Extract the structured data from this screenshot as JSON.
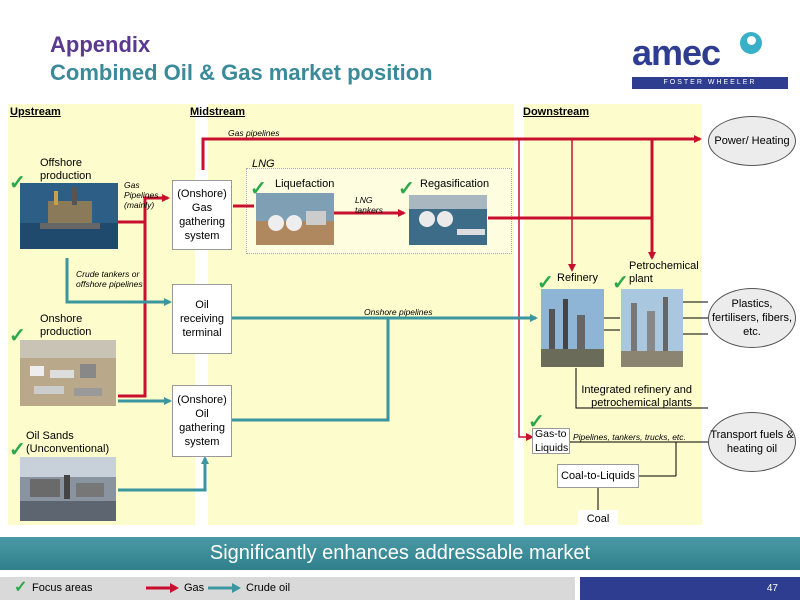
{
  "header": {
    "title": "Appendix",
    "subtitle": "Combined Oil & Gas market position",
    "logo_word": "amec",
    "logo_sub": "FOSTER WHEELER"
  },
  "sections": {
    "upstream": "Upstream",
    "midstream": "Midstream",
    "downstream": "Downstream"
  },
  "upstream": {
    "offshore": "Offshore production",
    "onshore": "Onshore production",
    "oil_sands": "Oil Sands (Unconventional)"
  },
  "midstream": {
    "gas_pipelines_top": "Gas pipelines",
    "gas_pipelines_mainly": "Gas Pipelines (mainly)",
    "crude_tankers": "Crude tankers or offshore pipelines",
    "onshore_gas_gathering": "(Onshore) Gas gathering system",
    "oil_receiving_terminal": "Oil receiving terminal",
    "onshore_oil_gathering": "(Onshore) Oil gathering system",
    "lng": "LNG",
    "liquefaction": "Liquefaction",
    "regasification": "Regasification",
    "lng_tankers": "LNG tankers",
    "onshore_pipelines": "Onshore pipelines"
  },
  "downstream": {
    "refinery": "Refinery",
    "petrochemical_plant": "Petrochemical plant",
    "integrated": "Integrated refinery and petrochemical plants",
    "gas_to_liquids": "Gas-to Liquids",
    "pipelines_tankers": "Pipelines, tankers, trucks, etc.",
    "coal_to_liquids": "Coal-to-Liquids",
    "coal": "Coal"
  },
  "outputs": {
    "power": "Power/ Heating",
    "plastics": "Plastics, fertilisers, fibers, etc.",
    "transport": "Transport fuels & heating oil"
  },
  "banner": "Significantly enhances addressable market",
  "legend": {
    "focus": "Focus areas",
    "gas": "Gas",
    "crude": "Crude oil"
  },
  "page_number": "47",
  "colors": {
    "gas": "#c8102e",
    "crude": "#3a96a0",
    "check": "#2aa84a",
    "panel": "#fdfccd",
    "brand": "#2e3d8f"
  }
}
